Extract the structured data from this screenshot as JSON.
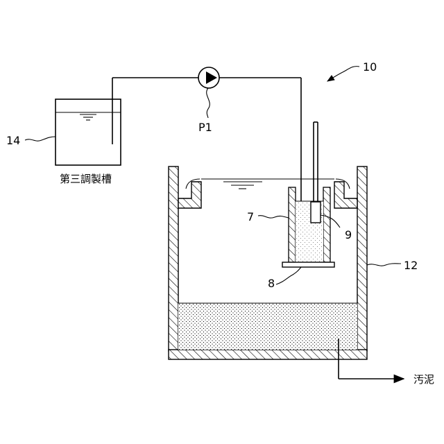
{
  "labels": {
    "system": "10",
    "tank_third": "14",
    "tank_third_name": "第三調製槽",
    "pump": "P1",
    "tube": "7",
    "plate": "8",
    "sensor": "9",
    "main_tank": "12",
    "sludge": "汚泥"
  }
}
